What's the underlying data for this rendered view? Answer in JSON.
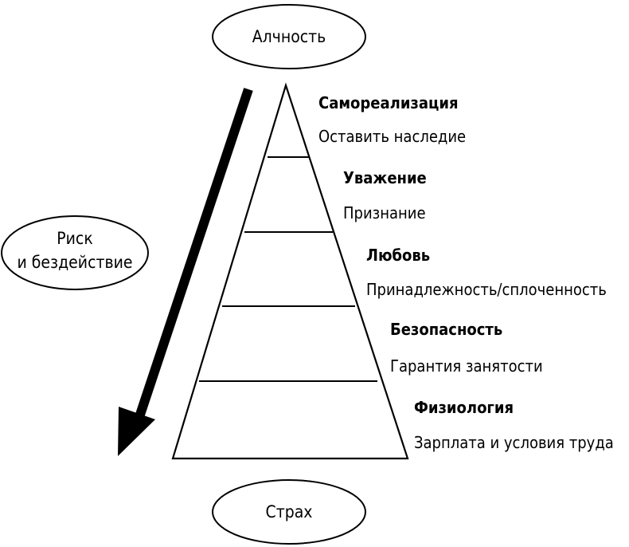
{
  "top_label": "Алчность",
  "bottom_label": "Страх",
  "side_label": {
    "line1": "Риск",
    "line2": "и бездействие"
  },
  "levels": [
    {
      "title": "Самореализация",
      "description": "Оставить наследие"
    },
    {
      "title": "Уважение",
      "description": "Признание"
    },
    {
      "title": "Любовь",
      "description": "Принадлежность/сплоченность"
    },
    {
      "title": "Безопасность",
      "description": "Гарантия занятости"
    },
    {
      "title": "Физиология",
      "description": "Зарплата и условия труда"
    }
  ]
}
